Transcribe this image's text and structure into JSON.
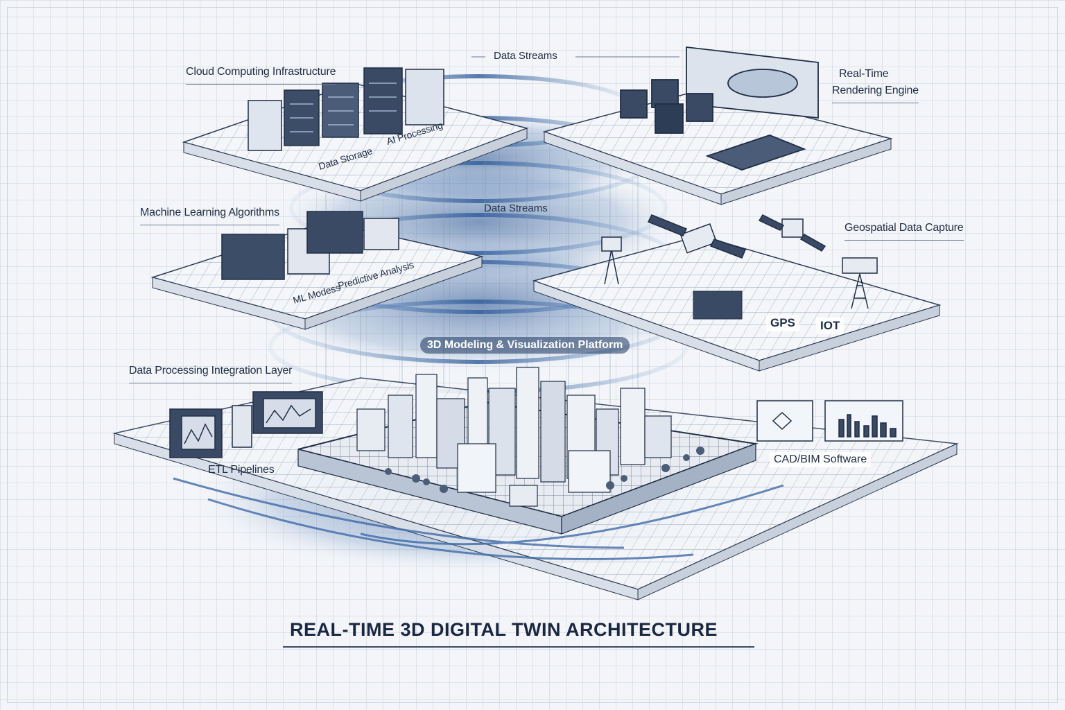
{
  "diagram": {
    "title": "REAL-TIME 3D DIGITAL TWIN ARCHITECTURE",
    "colors": {
      "ink": "#1f2d44",
      "accent_blue": "#3f6aa8",
      "grid": "#c7d0dc",
      "background": "#f3f5f8"
    },
    "layers": [
      {
        "name": "Cloud Computing Infrastructure",
        "sub_labels": [
          "Data Storage",
          "AI Processing"
        ],
        "icon": "server-rack-icon"
      },
      {
        "name": "Real-Time Rendering Engine",
        "name_lines": [
          "Real-Time",
          "Rendering Engine"
        ],
        "icon": "monitor-gpu-icon"
      },
      {
        "name": "Machine Learning Algorithms",
        "sub_labels": [
          "ML Modess",
          "Predictive Analysis"
        ],
        "icon": "server-rack-icon"
      },
      {
        "name": "Geospatial Data Capture",
        "sub_labels": [
          "GPS",
          "IOT"
        ],
        "icon": "satellite-icon"
      },
      {
        "name": "Data Processing Integration Layer",
        "sub_labels": [
          "ETL Pipelines"
        ],
        "icon": "chart-monitor-icon"
      },
      {
        "name": "CAD/BIM Software",
        "icon": "cad-chart-icon"
      }
    ],
    "center": {
      "platform_label": "3D Modeling & Visualization Platform",
      "icon": "city-model-icon"
    },
    "streams": [
      {
        "label": "Data Streams"
      },
      {
        "label": "Data Streams"
      }
    ]
  }
}
